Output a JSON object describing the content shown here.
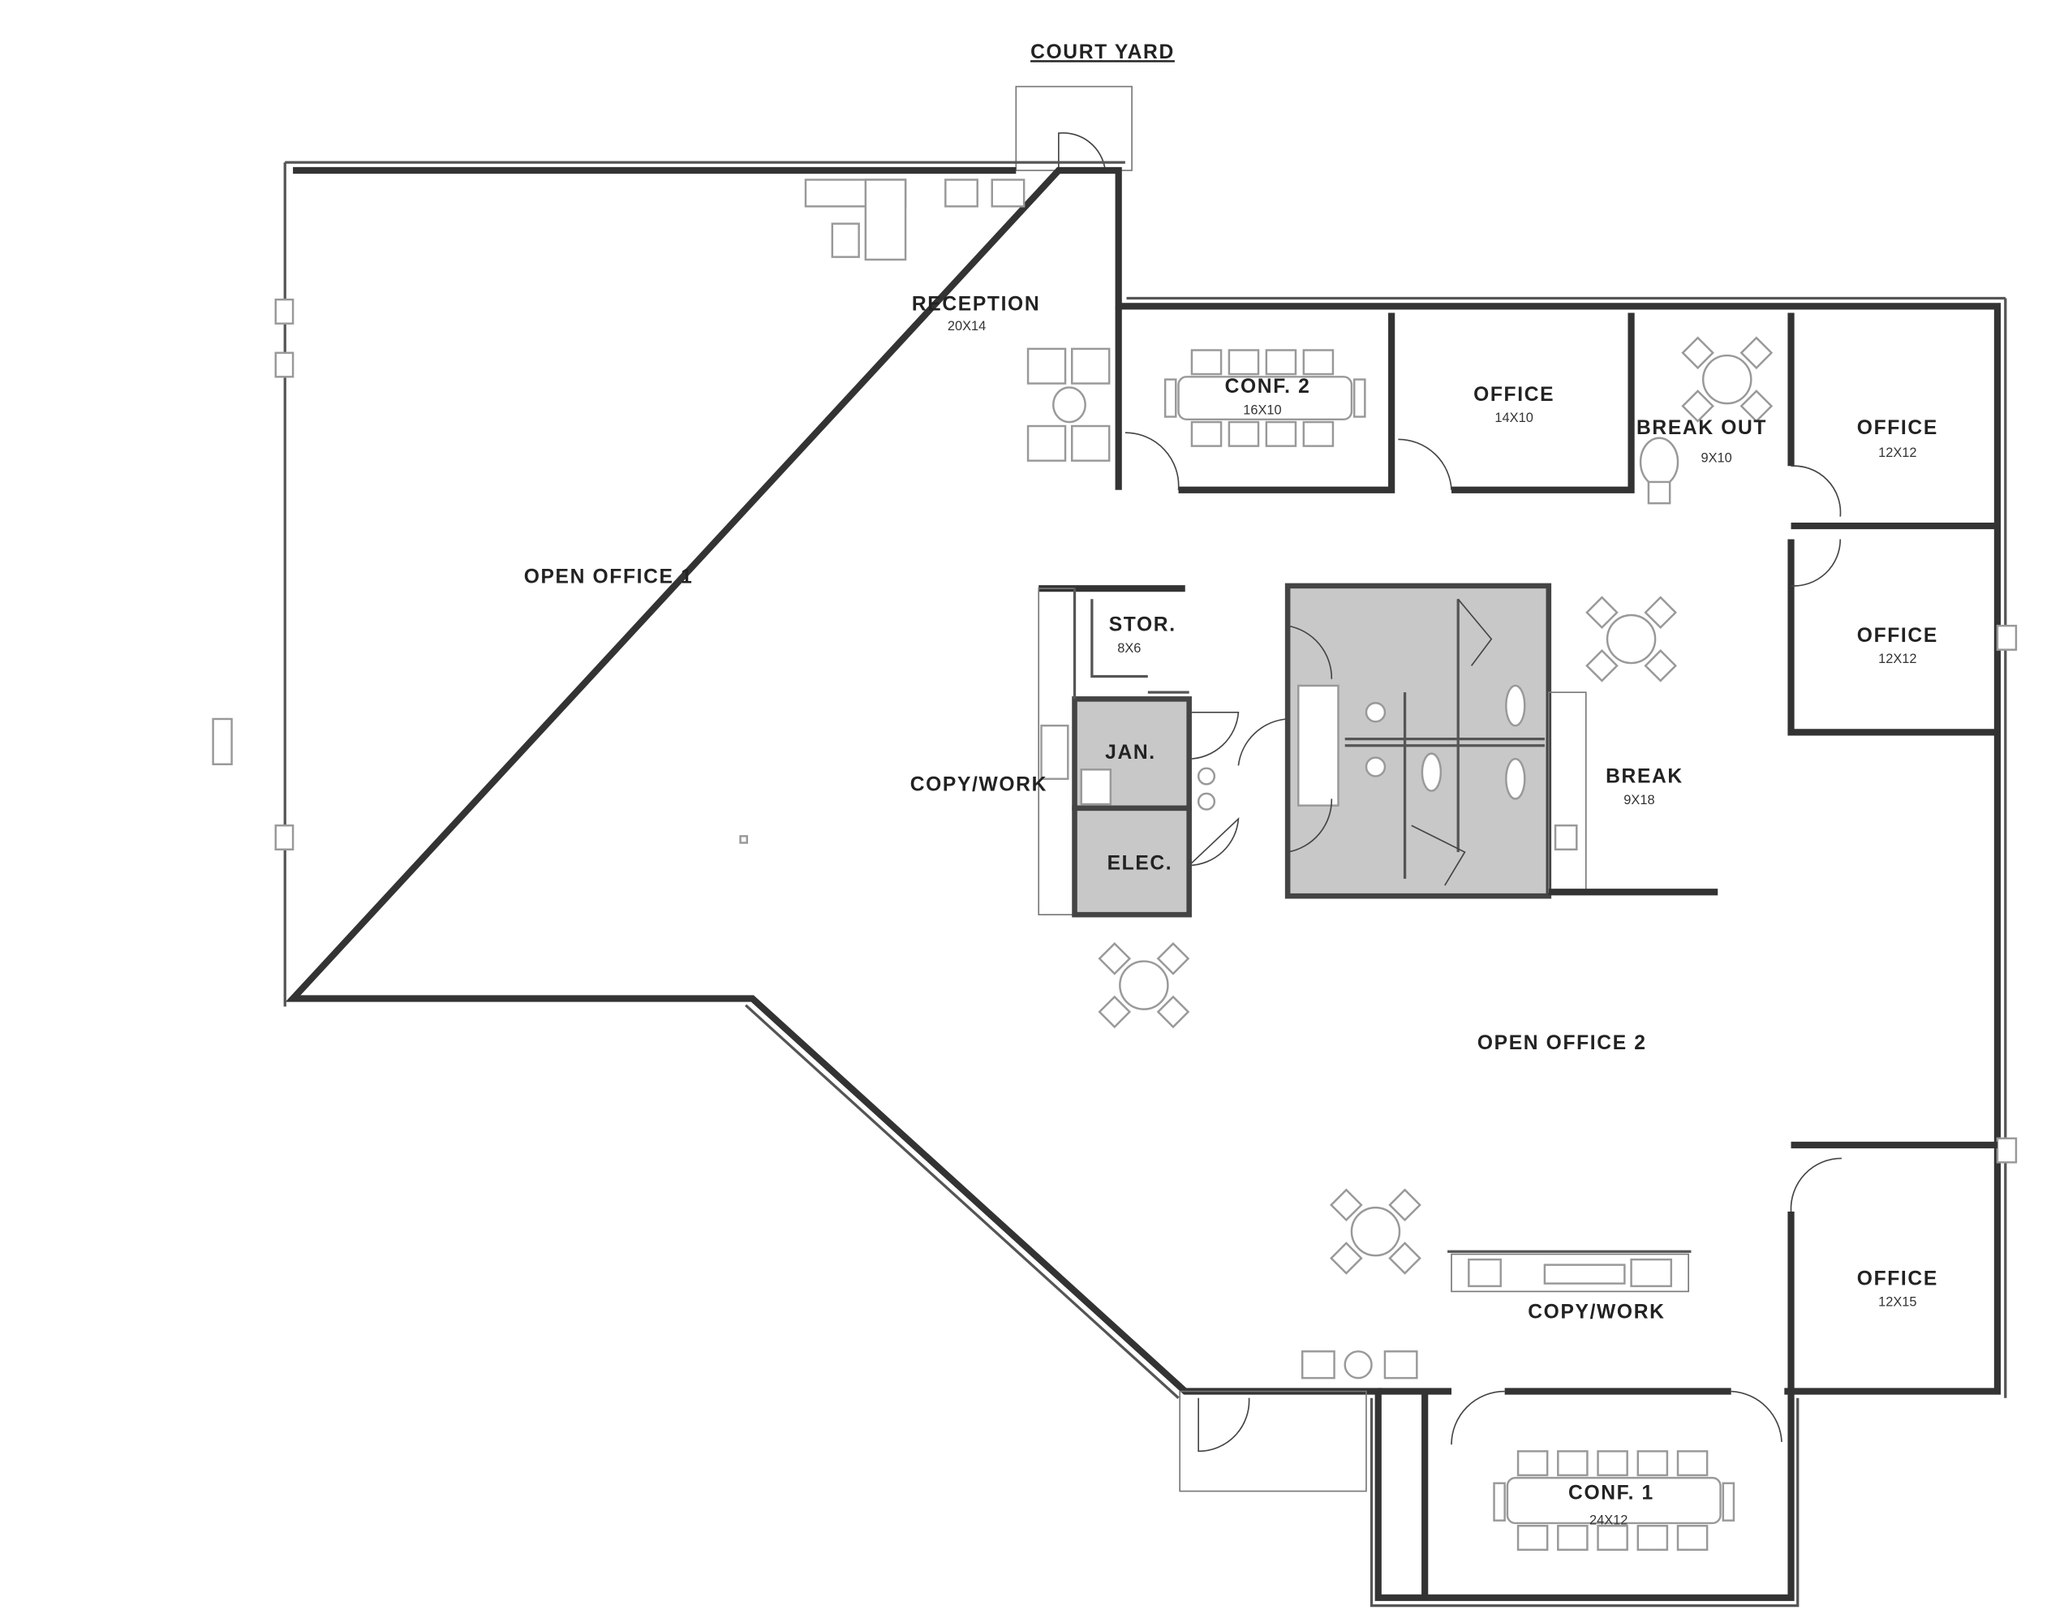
{
  "plan": {
    "courtyard": "COURT YARD",
    "rooms": [
      {
        "name": "RECEPTION",
        "size": "20X14"
      },
      {
        "name": "CONF. 2",
        "size": "16X10"
      },
      {
        "name": "OFFICE",
        "size": "14X10"
      },
      {
        "name": "BREAK OUT",
        "size": "9X10"
      },
      {
        "name": "OFFICE",
        "size": "12X12"
      },
      {
        "name": "OFFICE",
        "size": "12X12"
      },
      {
        "name": "OPEN OFFICE 1"
      },
      {
        "name": "STOR.",
        "size": "8X6"
      },
      {
        "name": "JAN."
      },
      {
        "name": "ELEC."
      },
      {
        "name": "COPY/WORK"
      },
      {
        "name": "BREAK",
        "size": "9X18"
      },
      {
        "name": "OPEN OFFICE 2"
      },
      {
        "name": "OFFICE",
        "size": "12X15"
      },
      {
        "name": "COPY/WORK"
      },
      {
        "name": "CONF. 1",
        "size": "24X12"
      }
    ]
  }
}
